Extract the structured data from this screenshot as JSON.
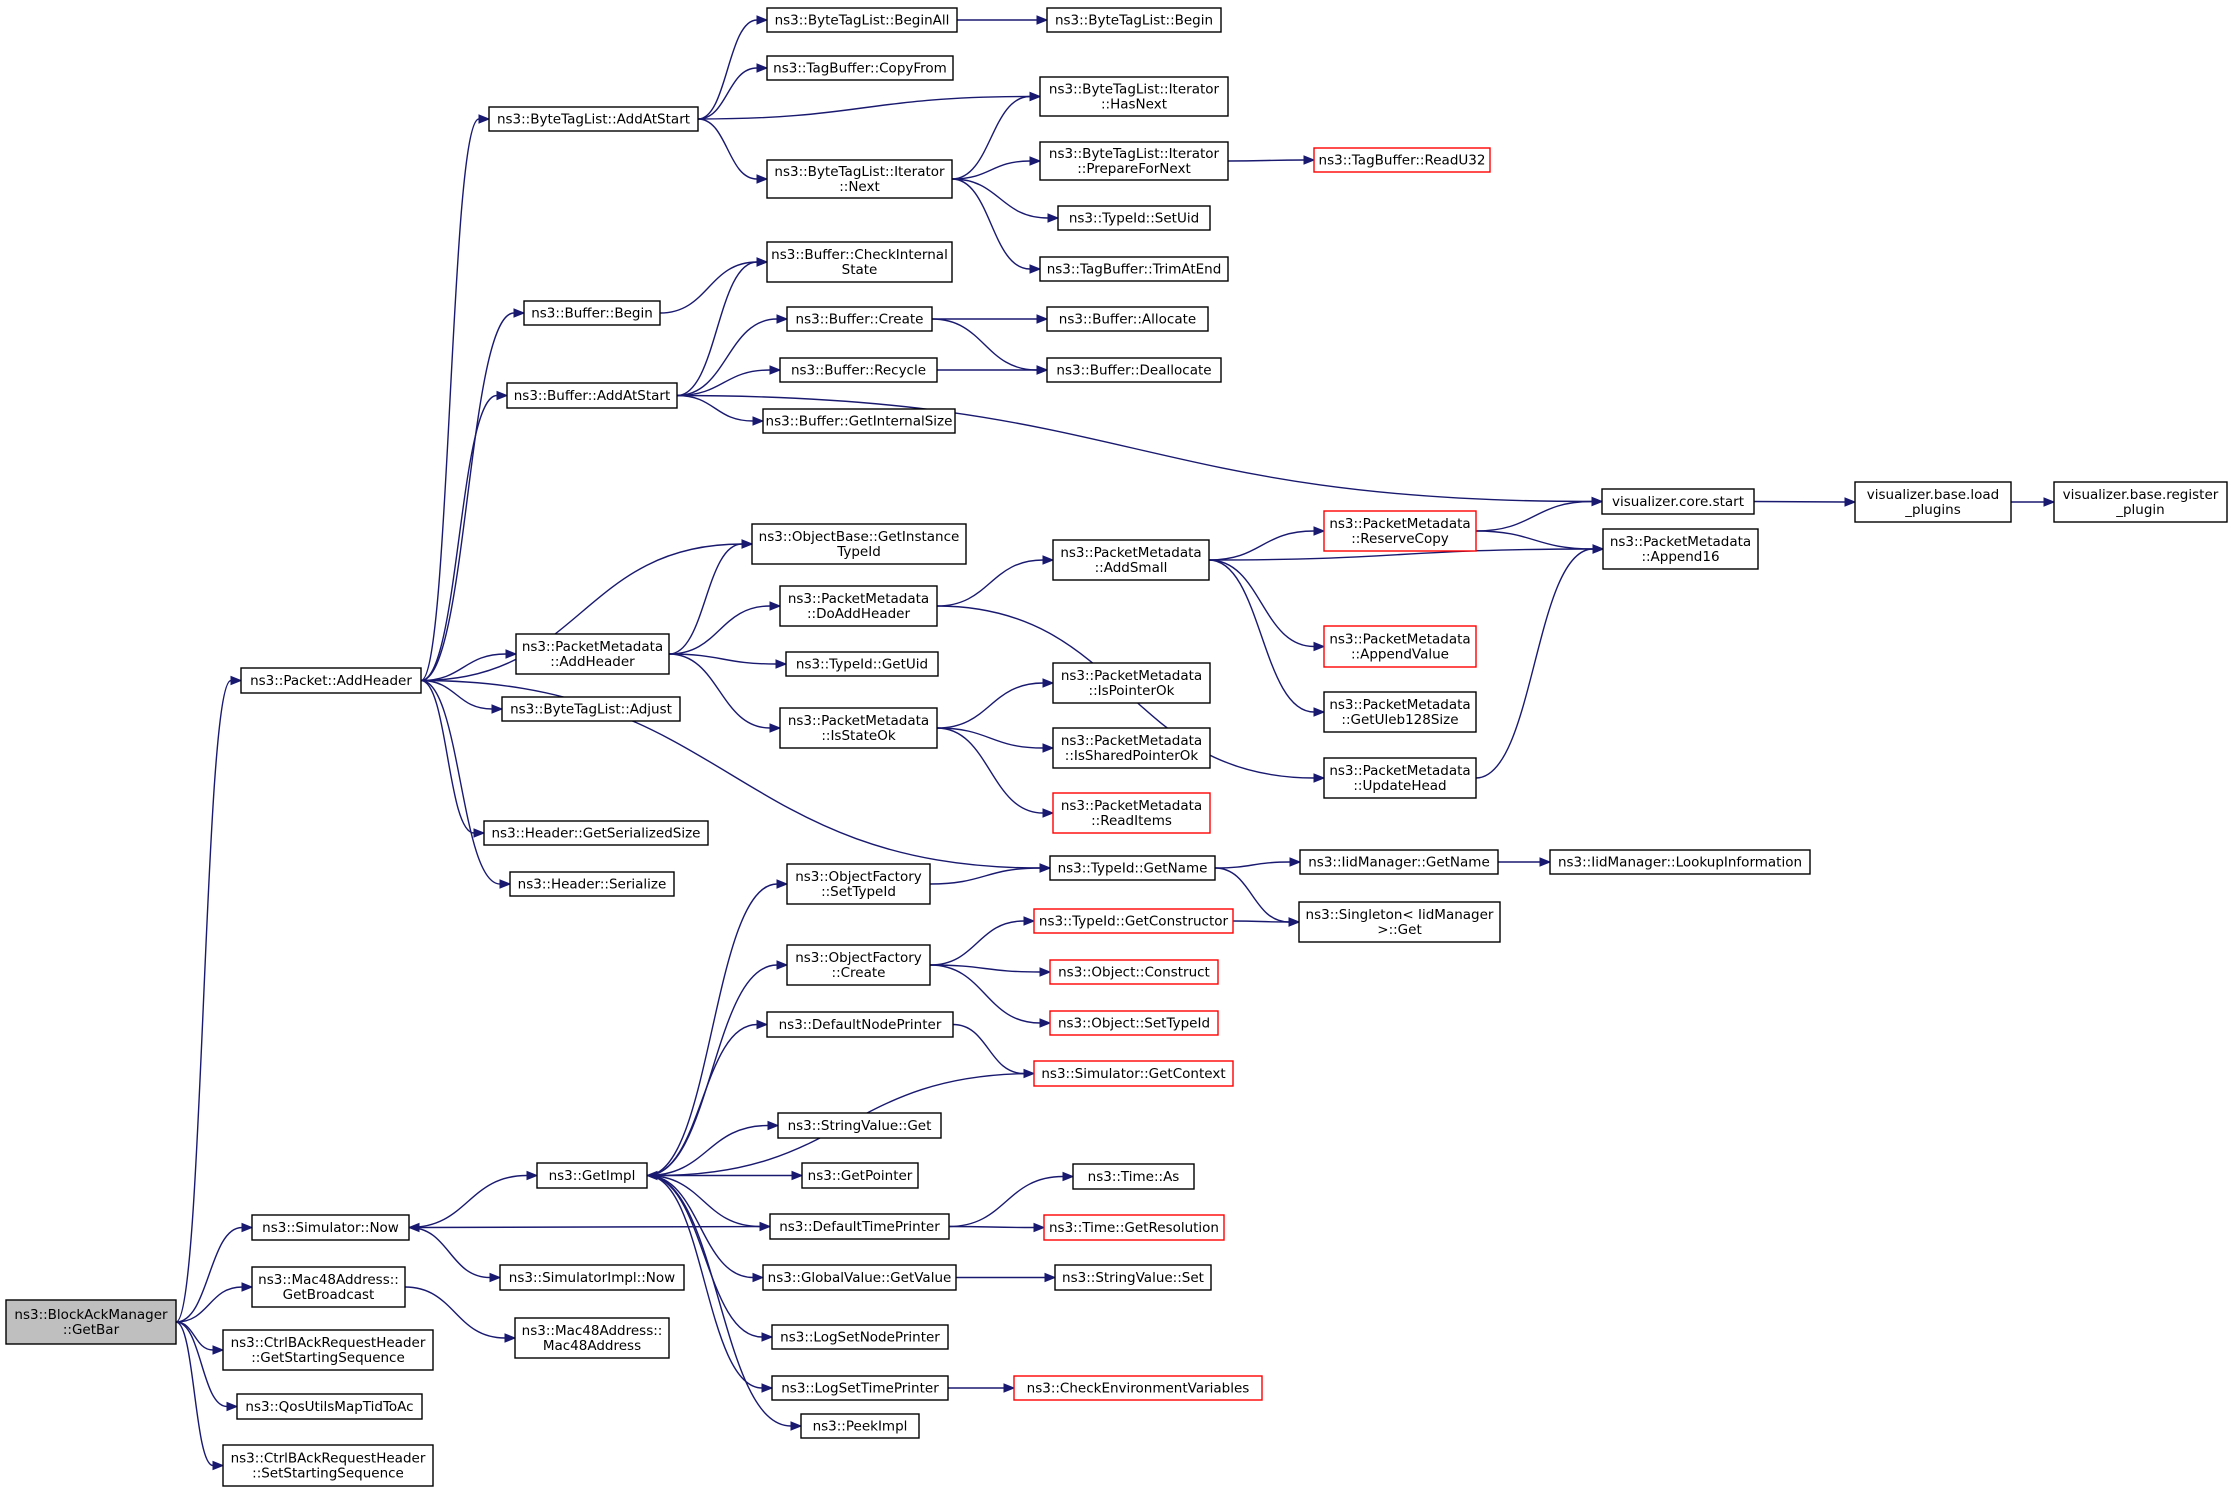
{
  "diagram": {
    "type": "call-graph",
    "colors": {
      "edge": "#191970",
      "root_fill": "#bfbfbf",
      "node_border": "#000000",
      "truncated_border": "#ff0000",
      "background": "#ffffff"
    },
    "nodes": [
      {
        "id": "root",
        "label": [
          "ns3::BlockAckManager",
          "::GetBar"
        ],
        "root": true
      },
      {
        "id": "simnow",
        "label": [
          "ns3::Simulator::Now"
        ]
      },
      {
        "id": "macbc",
        "label": [
          "ns3::Mac48Address::",
          "GetBroadcast"
        ]
      },
      {
        "id": "getss",
        "label": [
          "ns3::CtrlBAckRequestHeader",
          "::GetStartingSequence"
        ]
      },
      {
        "id": "qos",
        "label": [
          "ns3::QosUtilsMapTidToAc"
        ]
      },
      {
        "id": "setss",
        "label": [
          "ns3::CtrlBAckRequestHeader",
          "::SetStartingSequence"
        ]
      },
      {
        "id": "pktadd",
        "label": [
          "ns3::Packet::AddHeader"
        ]
      },
      {
        "id": "btladdstart",
        "label": [
          "ns3::ByteTagList::AddAtStart"
        ]
      },
      {
        "id": "btlbeginall",
        "label": [
          "ns3::ByteTagList::BeginAll"
        ]
      },
      {
        "id": "btlbegin",
        "label": [
          "ns3::ByteTagList::Begin"
        ]
      },
      {
        "id": "tbcopy",
        "label": [
          "ns3::TagBuffer::CopyFrom"
        ]
      },
      {
        "id": "ithasnext",
        "label": [
          "ns3::ByteTagList::Iterator",
          "::HasNext"
        ]
      },
      {
        "id": "itnext",
        "label": [
          "ns3::ByteTagList::Iterator",
          "::Next"
        ]
      },
      {
        "id": "itprep",
        "label": [
          "ns3::ByteTagList::Iterator",
          "::PrepareForNext"
        ]
      },
      {
        "id": "tbread",
        "label": [
          "ns3::TagBuffer::ReadU32"
        ],
        "truncated": true
      },
      {
        "id": "tidsetuid",
        "label": [
          "ns3::TypeId::SetUid"
        ]
      },
      {
        "id": "tbtrim",
        "label": [
          "ns3::TagBuffer::TrimAtEnd"
        ]
      },
      {
        "id": "bufbegin",
        "label": [
          "ns3::Buffer::Begin"
        ]
      },
      {
        "id": "bufcheck",
        "label": [
          "ns3::Buffer::CheckInternal",
          "State"
        ]
      },
      {
        "id": "bufaddstart",
        "label": [
          "ns3::Buffer::AddAtStart"
        ]
      },
      {
        "id": "bufcreate",
        "label": [
          "ns3::Buffer::Create"
        ]
      },
      {
        "id": "bufalloc",
        "label": [
          "ns3::Buffer::Allocate"
        ]
      },
      {
        "id": "bufrecycle",
        "label": [
          "ns3::Buffer::Recycle"
        ]
      },
      {
        "id": "bufdealloc",
        "label": [
          "ns3::Buffer::Deallocate"
        ]
      },
      {
        "id": "bufgetsize",
        "label": [
          "ns3::Buffer::GetInternalSize"
        ]
      },
      {
        "id": "vizstart",
        "label": [
          "visualizer.core.start"
        ]
      },
      {
        "id": "vizload",
        "label": [
          "visualizer.base.load",
          "_plugins"
        ]
      },
      {
        "id": "vizreg",
        "label": [
          "visualizer.base.register",
          "_plugin"
        ]
      },
      {
        "id": "objbase",
        "label": [
          "ns3::ObjectBase::GetInstance",
          "TypeId"
        ]
      },
      {
        "id": "pmaddheader",
        "label": [
          "ns3::PacketMetadata",
          "::AddHeader"
        ]
      },
      {
        "id": "pmdoadd",
        "label": [
          "ns3::PacketMetadata",
          "::DoAddHeader"
        ]
      },
      {
        "id": "pmaddsmall",
        "label": [
          "ns3::PacketMetadata",
          "::AddSmall"
        ]
      },
      {
        "id": "pmreserve",
        "label": [
          "ns3::PacketMetadata",
          "::ReserveCopy"
        ],
        "truncated": true
      },
      {
        "id": "pmappend16",
        "label": [
          "ns3::PacketMetadata",
          "::Append16"
        ]
      },
      {
        "id": "pmappendvalue",
        "label": [
          "ns3::PacketMetadata",
          "::AppendValue"
        ],
        "truncated": true
      },
      {
        "id": "pmgetuleb",
        "label": [
          "ns3::PacketMetadata",
          "::GetUleb128Size"
        ]
      },
      {
        "id": "pmupdatehead",
        "label": [
          "ns3::PacketMetadata",
          "::UpdateHead"
        ]
      },
      {
        "id": "tidgetuid",
        "label": [
          "ns3::TypeId::GetUid"
        ]
      },
      {
        "id": "btladjust",
        "label": [
          "ns3::ByteTagList::Adjust"
        ]
      },
      {
        "id": "pmisstate",
        "label": [
          "ns3::PacketMetadata",
          "::IsStateOk"
        ]
      },
      {
        "id": "pmisptr",
        "label": [
          "ns3::PacketMetadata",
          "::IsPointerOk"
        ]
      },
      {
        "id": "pmisshared",
        "label": [
          "ns3::PacketMetadata",
          "::IsSharedPointerOk"
        ]
      },
      {
        "id": "pmreaditems",
        "label": [
          "ns3::PacketMetadata",
          "::ReadItems"
        ],
        "truncated": true
      },
      {
        "id": "hdrsize",
        "label": [
          "ns3::Header::GetSerializedSize"
        ]
      },
      {
        "id": "hdrser",
        "label": [
          "ns3::Header::Serialize"
        ]
      },
      {
        "id": "tidgetname",
        "label": [
          "ns3::TypeId::GetName"
        ]
      },
      {
        "id": "iidgetname",
        "label": [
          "ns3::IidManager::GetName"
        ]
      },
      {
        "id": "iidlookup",
        "label": [
          "ns3::IidManager::LookupInformation"
        ]
      },
      {
        "id": "singleton",
        "label": [
          "ns3::Singleton< IidManager",
          " >::Get"
        ]
      },
      {
        "id": "ofsettype",
        "label": [
          "ns3::ObjectFactory",
          "::SetTypeId"
        ]
      },
      {
        "id": "ofcreate",
        "label": [
          "ns3::ObjectFactory",
          "::Create"
        ]
      },
      {
        "id": "tidgetctor",
        "label": [
          "ns3::TypeId::GetConstructor"
        ],
        "truncated": true
      },
      {
        "id": "objconstruct",
        "label": [
          "ns3::Object::Construct"
        ],
        "truncated": true
      },
      {
        "id": "objsettype",
        "label": [
          "ns3::Object::SetTypeId"
        ],
        "truncated": true
      },
      {
        "id": "defnodeprinter",
        "label": [
          "ns3::DefaultNodePrinter"
        ]
      },
      {
        "id": "simgetctx",
        "label": [
          "ns3::Simulator::GetContext"
        ],
        "truncated": true
      },
      {
        "id": "strget",
        "label": [
          "ns3::StringValue::Get"
        ]
      },
      {
        "id": "getimpl",
        "label": [
          "ns3::GetImpl"
        ]
      },
      {
        "id": "getptr",
        "label": [
          "ns3::GetPointer"
        ]
      },
      {
        "id": "timeas",
        "label": [
          "ns3::Time::As"
        ]
      },
      {
        "id": "deftimeprinter",
        "label": [
          "ns3::DefaultTimePrinter"
        ]
      },
      {
        "id": "timeres",
        "label": [
          "ns3::Time::GetResolution"
        ],
        "truncated": true
      },
      {
        "id": "simimplnow",
        "label": [
          "ns3::SimulatorImpl::Now"
        ]
      },
      {
        "id": "globget",
        "label": [
          "ns3::GlobalValue::GetValue"
        ]
      },
      {
        "id": "strset",
        "label": [
          "ns3::StringValue::Set"
        ]
      },
      {
        "id": "macctor",
        "label": [
          "ns3::Mac48Address::",
          "Mac48Address"
        ]
      },
      {
        "id": "lognode",
        "label": [
          "ns3::LogSetNodePrinter"
        ]
      },
      {
        "id": "logtime",
        "label": [
          "ns3::LogSetTimePrinter"
        ]
      },
      {
        "id": "checkenv",
        "label": [
          "ns3::CheckEnvironmentVariables"
        ],
        "truncated": true
      },
      {
        "id": "peekimpl",
        "label": [
          "ns3::PeekImpl"
        ]
      }
    ],
    "edges": [
      [
        "root",
        "pktadd"
      ],
      [
        "root",
        "simnow"
      ],
      [
        "root",
        "macbc"
      ],
      [
        "root",
        "getss"
      ],
      [
        "root",
        "qos"
      ],
      [
        "root",
        "setss"
      ],
      [
        "pktadd",
        "btladdstart"
      ],
      [
        "pktadd",
        "bufbegin"
      ],
      [
        "pktadd",
        "bufaddstart"
      ],
      [
        "pktadd",
        "objbase"
      ],
      [
        "pktadd",
        "pmaddheader"
      ],
      [
        "pktadd",
        "btladjust"
      ],
      [
        "pktadd",
        "tidgetname"
      ],
      [
        "pktadd",
        "hdrsize"
      ],
      [
        "pktadd",
        "hdrser"
      ],
      [
        "btladdstart",
        "btlbeginall"
      ],
      [
        "btladdstart",
        "tbcopy"
      ],
      [
        "btladdstart",
        "ithasnext"
      ],
      [
        "btladdstart",
        "itnext"
      ],
      [
        "btlbeginall",
        "btlbegin"
      ],
      [
        "itnext",
        "ithasnext"
      ],
      [
        "itnext",
        "itprep"
      ],
      [
        "itnext",
        "tidsetuid"
      ],
      [
        "itnext",
        "tbtrim"
      ],
      [
        "itprep",
        "tbread"
      ],
      [
        "bufbegin",
        "bufcheck"
      ],
      [
        "bufaddstart",
        "bufcheck"
      ],
      [
        "bufaddstart",
        "bufcreate"
      ],
      [
        "bufaddstart",
        "bufrecycle"
      ],
      [
        "bufaddstart",
        "bufgetsize"
      ],
      [
        "bufaddstart",
        "vizstart"
      ],
      [
        "bufcreate",
        "bufalloc"
      ],
      [
        "bufcreate",
        "bufdealloc"
      ],
      [
        "bufrecycle",
        "bufdealloc"
      ],
      [
        "vizstart",
        "vizload"
      ],
      [
        "vizload",
        "vizreg"
      ],
      [
        "pmaddheader",
        "objbase"
      ],
      [
        "pmaddheader",
        "pmdoadd"
      ],
      [
        "pmaddheader",
        "tidgetuid"
      ],
      [
        "pmaddheader",
        "pmisstate"
      ],
      [
        "pmdoadd",
        "pmaddsmall"
      ],
      [
        "pmdoadd",
        "pmupdatehead"
      ],
      [
        "pmaddsmall",
        "pmreserve"
      ],
      [
        "pmaddsmall",
        "pmappend16"
      ],
      [
        "pmaddsmall",
        "pmappendvalue"
      ],
      [
        "pmaddsmall",
        "pmgetuleb"
      ],
      [
        "pmreserve",
        "vizstart"
      ],
      [
        "pmreserve",
        "pmappend16"
      ],
      [
        "pmupdatehead",
        "pmappend16"
      ],
      [
        "pmisstate",
        "pmisptr"
      ],
      [
        "pmisstate",
        "pmisshared"
      ],
      [
        "pmisstate",
        "pmreaditems"
      ],
      [
        "tidgetname",
        "iidgetname"
      ],
      [
        "tidgetname",
        "singleton"
      ],
      [
        "iidgetname",
        "iidlookup"
      ],
      [
        "ofsettype",
        "tidgetname"
      ],
      [
        "ofcreate",
        "tidgetctor"
      ],
      [
        "ofcreate",
        "objconstruct"
      ],
      [
        "ofcreate",
        "objsettype"
      ],
      [
        "tidgetctor",
        "singleton"
      ],
      [
        "defnodeprinter",
        "simgetctx"
      ],
      [
        "simgetctx",
        "getimpl"
      ],
      [
        "getimpl",
        "ofsettype"
      ],
      [
        "getimpl",
        "ofcreate"
      ],
      [
        "getimpl",
        "defnodeprinter"
      ],
      [
        "getimpl",
        "strget"
      ],
      [
        "getimpl",
        "getptr"
      ],
      [
        "getimpl",
        "deftimeprinter"
      ],
      [
        "getimpl",
        "globget"
      ],
      [
        "getimpl",
        "lognode"
      ],
      [
        "getimpl",
        "logtime"
      ],
      [
        "getimpl",
        "peekimpl"
      ],
      [
        "deftimeprinter",
        "timeas"
      ],
      [
        "deftimeprinter",
        "timeres"
      ],
      [
        "deftimeprinter",
        "simnow"
      ],
      [
        "simnow",
        "getimpl"
      ],
      [
        "simnow",
        "simimplnow"
      ],
      [
        "globget",
        "strset"
      ],
      [
        "macbc",
        "macctor"
      ],
      [
        "logtime",
        "checkenv"
      ]
    ]
  }
}
